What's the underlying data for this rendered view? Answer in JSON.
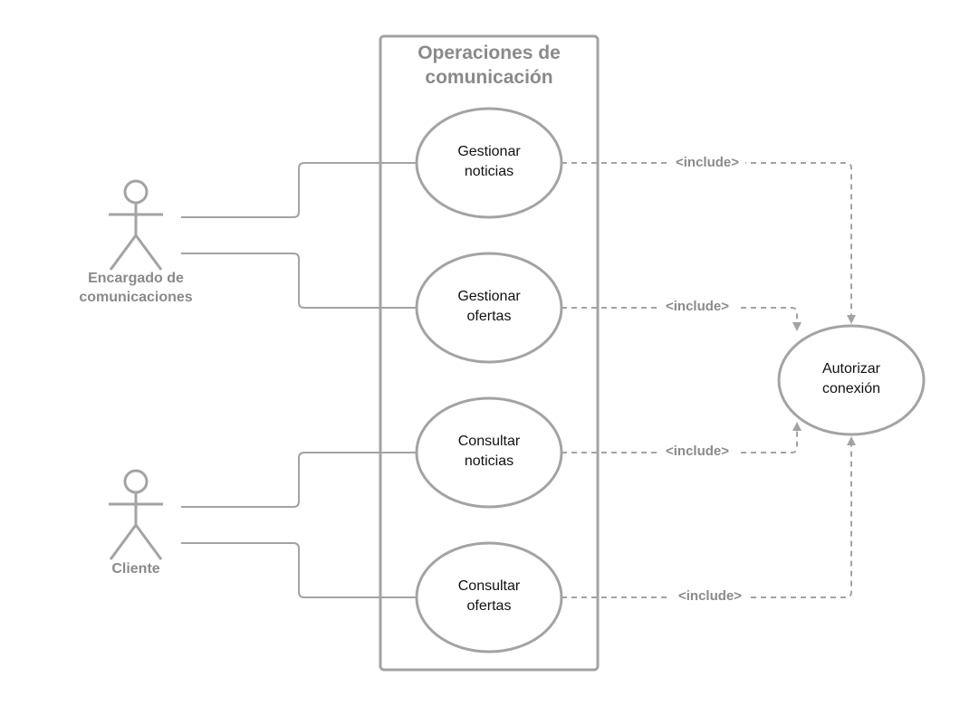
{
  "colors": {
    "stroke": "#a3a3a3",
    "label_gray": "#8a8a8a",
    "text": "#111111",
    "background": "#ffffff"
  },
  "system": {
    "title_line1": "Operaciones de",
    "title_line2": "comunicación"
  },
  "actors": {
    "encargado": {
      "line1": "Encargado de",
      "line2": "comunicaciones"
    },
    "cliente": {
      "line1": "Cliente"
    }
  },
  "use_cases": {
    "gestionar_noticias": {
      "line1": "Gestionar",
      "line2": "noticias"
    },
    "gestionar_ofertas": {
      "line1": "Gestionar",
      "line2": "ofertas"
    },
    "consultar_noticias": {
      "line1": "Consultar",
      "line2": "noticias"
    },
    "consultar_ofertas": {
      "line1": "Consultar",
      "line2": "ofertas"
    },
    "autorizar_conexion": {
      "line1": "Autorizar",
      "line2": "conexión"
    }
  },
  "relations": {
    "include_label": "<include>"
  }
}
